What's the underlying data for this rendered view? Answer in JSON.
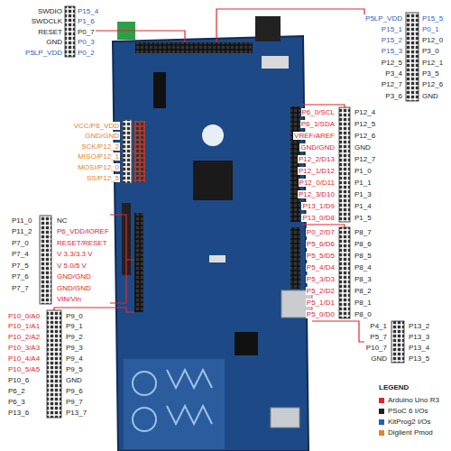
{
  "diagram": {
    "labels": [
      "SWDIO",
      "SWDCLK",
      "RESET",
      "GND",
      "P5LP_VDD",
      "P15_4",
      "P1_6",
      "P0_7",
      "P0_3",
      "P0_2",
      "P5LP_VDD",
      "P15_1",
      "P15_2",
      "P15_3",
      "P12_5",
      "P3_4",
      "P12_7",
      "P3_6",
      "P15_5",
      "P0_1",
      "P12_0",
      "P3_0",
      "P12_1",
      "P3_5",
      "P12_6",
      "GND",
      "VCC/P6_VDD",
      "GND/GND",
      "SCK/P12_2",
      "MISO/P12_1",
      "MOSI/P12_0",
      "SS/P12_5",
      "P11_0",
      "P11_2",
      "P7_0",
      "P7_4",
      "P7_5",
      "P7_6",
      "P7_7",
      "NC",
      "P6_VDD/IOREF",
      "RESET/RESET",
      "V 3.3/3.3 V",
      "V 5.0/5 V",
      "GND/GND",
      "GND/GND",
      "VIN/Vin",
      "P10_0/A0",
      "P10_1/A1",
      "P10_2/A2",
      "P10_3/A3",
      "P10_4/A4",
      "P10_5/A5",
      "P10_6",
      "P6_2",
      "P6_3",
      "P13_6",
      "P9_0",
      "P9_1",
      "P9_2",
      "P9_3",
      "P9_4",
      "P9_5",
      "GND",
      "P9_6",
      "P9_7",
      "P13_7",
      "P6_0/SCL",
      "P6_1/SDA",
      "VREF/AREF",
      "GND/GND",
      "P12_2/D13",
      "P12_1/D12",
      "P12_0/D11",
      "P12_3/D10",
      "P13_1/D9",
      "P13_0/D8",
      "P12_4",
      "P12_5",
      "P12_6",
      "GND",
      "P12_7",
      "P1_0",
      "P1_1",
      "P1_3",
      "P1_4",
      "P1_5",
      "P0_2/D7",
      "P5_6/D6",
      "P5_5/D5",
      "P5_4/D4",
      "P5_3/D3",
      "P5_2/D2",
      "P5_1/D1",
      "P5_0/D0",
      "P8_7",
      "P8_6",
      "P8_5",
      "P8_4",
      "P8_3",
      "P8_2",
      "P8_1",
      "P8_0",
      "P4_1",
      "P5_7",
      "P10_7",
      "GND",
      "P13_2",
      "P13_3",
      "P13_4",
      "P13_5",
      "LEGEND"
    ],
    "legend": [
      {
        "text": "Arduino Uno R3",
        "color": "#e3242b"
      },
      {
        "text": "PSoC 6 I/Os",
        "color": "#231f20"
      },
      {
        "text": "KitProg2 I/Os",
        "color": "#1f5fbf"
      },
      {
        "text": "Digilent Pmod",
        "color": "#e8812a"
      }
    ]
  }
}
